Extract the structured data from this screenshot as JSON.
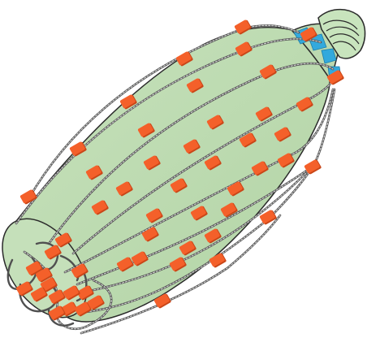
{
  "illustration": {
    "subject": "plastic-bottle-wrapped-in-beaded-cord-net",
    "colors": {
      "bottle_fill": "#bcd9b0",
      "bottle_outline": "#2b2b2b",
      "bottle_end_fill": "#c5e0ba",
      "cap_fill": "#c8e4bd",
      "cord_dark": "#505050",
      "cord_light": "#cfcfcf",
      "bead_fill": "#f4602a",
      "bead_shadow": "#c94618",
      "collar_fill": "#33a9dd"
    },
    "cord_strands": 10,
    "bead_count": 54
  }
}
